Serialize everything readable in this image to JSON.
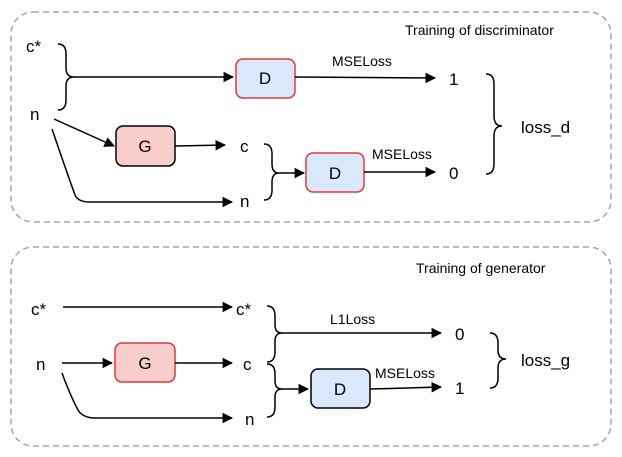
{
  "panels": {
    "discriminator": {
      "title": "Training of discriminator"
    },
    "generator": {
      "title": "Training of generator"
    }
  },
  "disc": {
    "c_star": "c*",
    "n": "n",
    "g_label": "G",
    "d1_label": "D",
    "d2_label": "D",
    "c": "c",
    "n2": "n",
    "loss1": "MSELoss",
    "loss2": "MSELoss",
    "target1": "1",
    "target0": "0",
    "loss_total": "loss_d"
  },
  "gen": {
    "c_star": "c*",
    "c_star_out": "c*",
    "n": "n",
    "g_label": "G",
    "c": "c",
    "n2": "n",
    "d_label": "D",
    "loss1": "L1Loss",
    "loss2": "MSELoss",
    "target0": "0",
    "target1": "1",
    "loss_total": "loss_g"
  },
  "colors": {
    "g_fill": "#f8cecc",
    "d_fill": "#dae8fc",
    "d_gen_fill": "#dae8fc",
    "d_gen_stroke": "#000000",
    "red_stroke": "#e03a3a",
    "panel_border": "#a6a6a6"
  }
}
